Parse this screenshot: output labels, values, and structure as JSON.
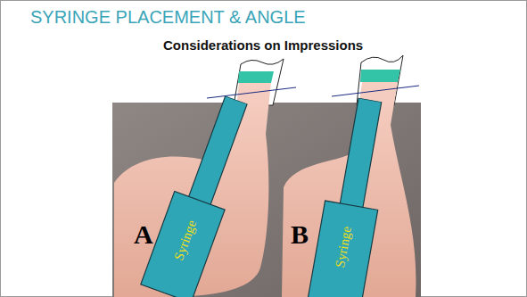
{
  "diagram": {
    "title": "SYRINGE PLACEMENT & ANGLE",
    "nodes": [
      {
        "text": [
          "Syringe"
        ]
      },
      {
        "text": [
          "Syringe"
        ]
      }
    ],
    "labels": [
      "Considerations on Impressions",
      "A",
      "B"
    ]
  }
}
